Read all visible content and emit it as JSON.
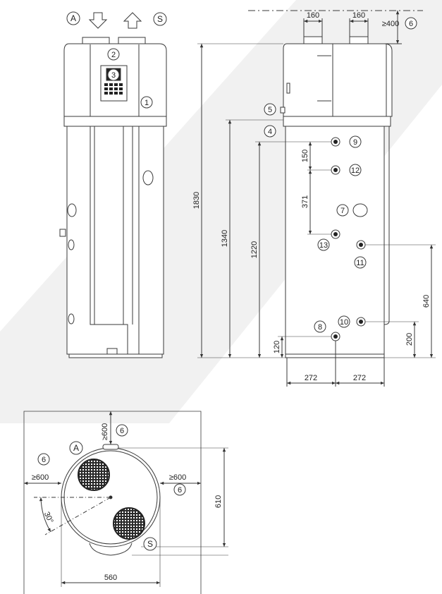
{
  "front_view": {
    "label_a": "A",
    "label_s": "S",
    "callout_2": "2",
    "callout_3": "3",
    "callout_1": "1"
  },
  "side_view": {
    "dim_160_left": "160",
    "dim_160_right": "160",
    "dim_400": "≥400",
    "callout_6": "6",
    "callout_5": "5",
    "callout_4": "4",
    "callout_9": "9",
    "callout_12": "12",
    "callout_7": "7",
    "callout_13": "13",
    "callout_11": "11",
    "callout_10": "10",
    "callout_8": "8",
    "dim_150": "150",
    "dim_371": "371",
    "dim_1830": "1830",
    "dim_1340": "1340",
    "dim_1220": "1220",
    "dim_120": "120",
    "dim_640": "640",
    "dim_200": "200",
    "dim_272_left": "272",
    "dim_272_right": "272"
  },
  "top_view": {
    "dim_600_top": "≥600",
    "callout_6_top": "6",
    "label_a": "A",
    "callout_6_left": "6",
    "dim_600_left": "≥600",
    "dim_600_right": "≥600",
    "callout_6_right": "6",
    "angle": "30°",
    "label_s": "S",
    "dim_610": "610",
    "dim_560": "560"
  },
  "colors": {
    "stroke": "#3a3a3a",
    "background_band": "#f1f1f1",
    "grille": "#2a2a2a"
  }
}
